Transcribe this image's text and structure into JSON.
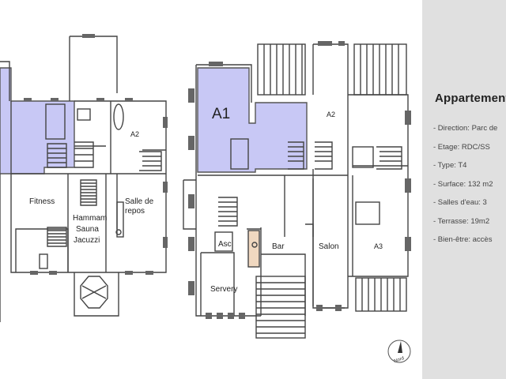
{
  "plan": {
    "rooms": {
      "a1": "A1",
      "a2_left": "A2",
      "a2_right": "A2",
      "a3": "A3",
      "fitness": "Fitness",
      "hammam": "Hammam",
      "sauna": "Sauna",
      "jacuzzi": "Jacuzzi",
      "salle_de": "Salle de",
      "repos": "repos",
      "asc": "Asc",
      "bar": "Bar",
      "salon": "Salon",
      "servery": "Servery"
    },
    "compass_label": "Nord"
  },
  "panel": {
    "title": "Appartement",
    "details": [
      "- Direction: Parc de",
      "- Etage: RDC/SS",
      "- Type: T4",
      "- Surface: 132 m2",
      "- Salles d'eau: 3",
      "- Terrasse: 19m2",
      "- Bien-être: accès"
    ]
  },
  "colors": {
    "highlight": "#c8c8f5",
    "panel_bg": "#e0e0e0",
    "wall": "#333333"
  }
}
